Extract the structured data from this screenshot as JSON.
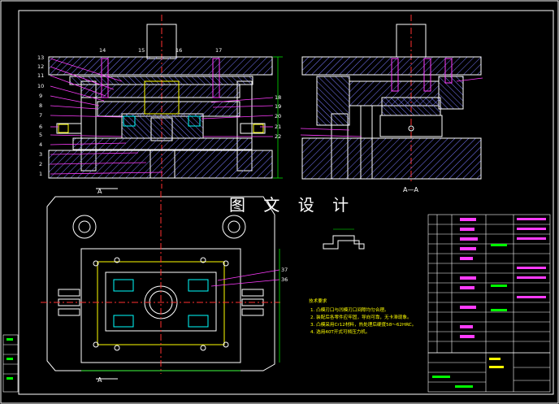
{
  "watermark": "图 文 设 计",
  "section_labels": {
    "a_top": "A",
    "a_bottom": "A",
    "section_aa": "A—A"
  },
  "part_numbers_left": [
    "13",
    "12",
    "11",
    "10",
    "9",
    "8",
    "7",
    "6",
    "5",
    "4",
    "3",
    "2",
    "1"
  ],
  "part_numbers_top": [
    "14",
    "15",
    "16",
    "17"
  ],
  "part_numbers_right": [
    "18",
    "19",
    "20",
    "21",
    "22"
  ],
  "plan_labels": [
    "37",
    "36"
  ],
  "tech_notes": {
    "heading": "技术要求",
    "items": [
      "1. 凸模刃口与凹模刃口间隙均匀合理。",
      "2. 装配后各零件应牢固，导向可靠，无卡滞现象。",
      "3. 凸模采用Cr12材料，热处理后硬度58～62HRC。",
      "4. 选用40T开式可倾压力机。"
    ]
  },
  "colors": {
    "background": "#000000",
    "outline": "#ffffff",
    "centerline": "#ff0000",
    "hatch": "#8080ff",
    "leader": "#ff00ff",
    "part_highlight": "#00ffff",
    "text_yellow": "#ffff00",
    "text_green": "#00ff00"
  }
}
